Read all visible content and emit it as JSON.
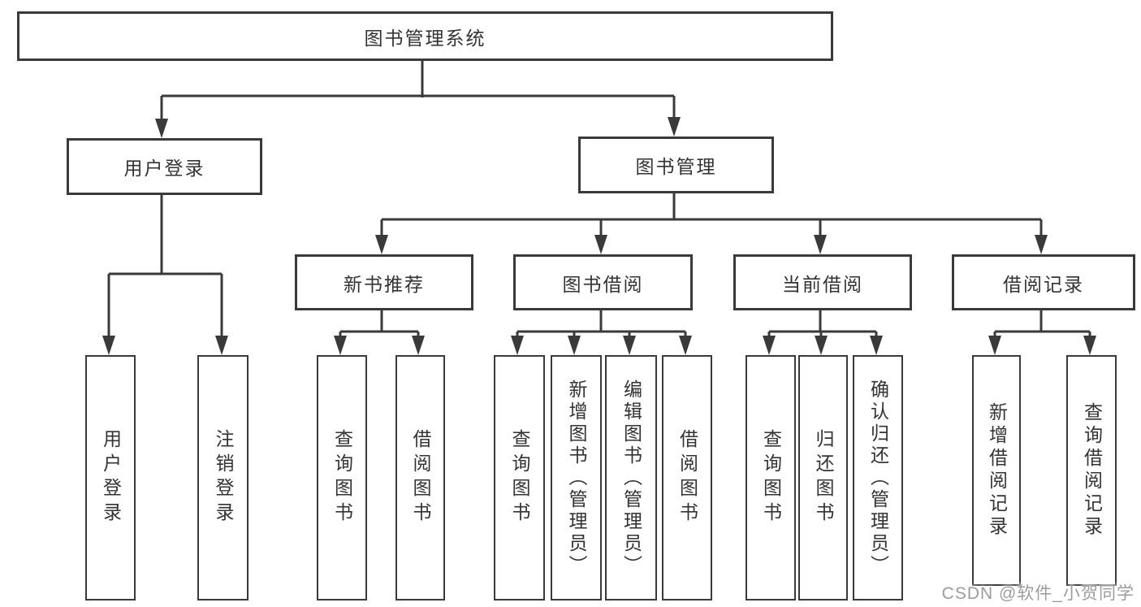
{
  "diagram_type": "hierarchy",
  "tree": {
    "label": "图书管理系统",
    "children": [
      {
        "label": "用户登录",
        "children": [
          {
            "label": "用户登录"
          },
          {
            "label": "注销登录"
          }
        ]
      },
      {
        "label": "图书管理",
        "children": [
          {
            "label": "新书推荐",
            "children": [
              {
                "label": "查询图书"
              },
              {
                "label": "借阅图书"
              }
            ]
          },
          {
            "label": "图书借阅",
            "children": [
              {
                "label": "查询图书"
              },
              {
                "label": "新增图书（管理员）"
              },
              {
                "label": "编辑图书（管理员）"
              },
              {
                "label": "借阅图书"
              }
            ]
          },
          {
            "label": "当前借阅",
            "children": [
              {
                "label": "查询图书"
              },
              {
                "label": "归还图书"
              },
              {
                "label": "确认归还（管理员）"
              }
            ]
          },
          {
            "label": "借阅记录",
            "children": [
              {
                "label": "新增借阅记录"
              },
              {
                "label": "查询借阅记录"
              }
            ]
          }
        ]
      }
    ]
  },
  "colors": {
    "line": "#3a3a3a",
    "box_border": "#3a3a3a",
    "text": "#333333",
    "watermark": "#9c9c9c"
  },
  "watermark": "CSDN @软件_小贺同学"
}
